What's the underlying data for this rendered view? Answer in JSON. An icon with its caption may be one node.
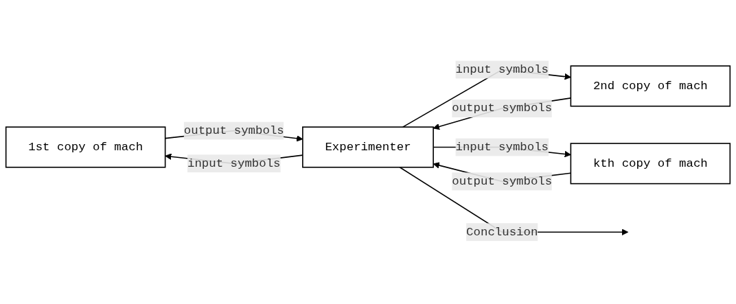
{
  "diagram": {
    "nodes": [
      {
        "text": [
          "1st copy of mach"
        ]
      },
      {
        "text": [
          "2nd copy of mach"
        ]
      },
      {
        "text": [
          "kth copy of mach"
        ]
      },
      {
        "text": [
          "Experimenter"
        ]
      }
    ],
    "edges": [
      {
        "from": 3,
        "to": 0,
        "arrow": "to",
        "label": "input symbols"
      },
      {
        "from": 3,
        "to": 1,
        "arrow": "to",
        "label": "input symbols"
      },
      {
        "from": 3,
        "to": 2,
        "arrow": "to",
        "label": "input symbols"
      },
      {
        "from": 2,
        "to": 3,
        "arrow": "to",
        "label": "output symbols"
      },
      {
        "from": 1,
        "to": 3,
        "arrow": "to",
        "label": "output symbols"
      },
      {
        "from": 0,
        "to": 3,
        "arrow": "to",
        "label": "output symbols"
      },
      {
        "from": 3,
        "to": null,
        "arrow": "to",
        "label": "Conclusion"
      }
    ]
  }
}
